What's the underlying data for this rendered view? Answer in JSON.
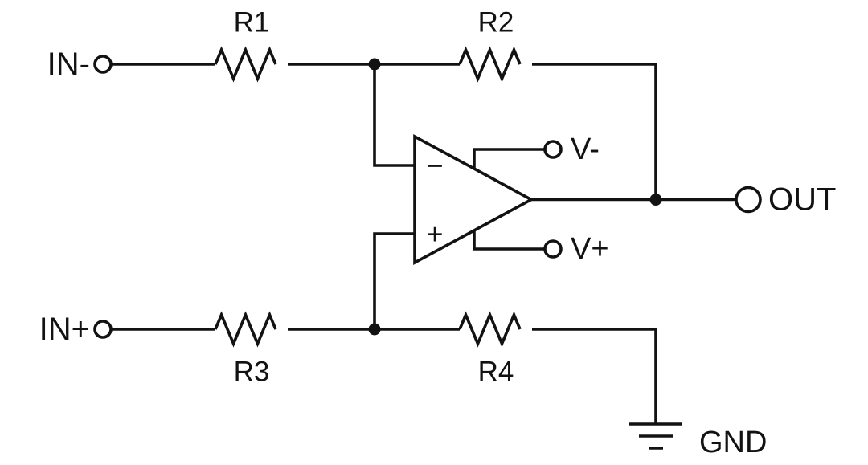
{
  "diagram": {
    "type": "circuit-schematic",
    "description": "Differential amplifier op-amp circuit",
    "colors": {
      "background": "#ffffff",
      "line": "#121212",
      "text": "#121212"
    },
    "labels": {
      "in_minus": "IN-",
      "in_plus": "IN+",
      "r1": "R1",
      "r2": "R2",
      "r3": "R3",
      "r4": "R4",
      "v_minus": "V-",
      "v_plus": "V+",
      "out": "OUT",
      "gnd": "GND",
      "opamp_inverting": "−",
      "opamp_noninverting": "+"
    },
    "components": {
      "opamp": "triangle op-amp, inverting input top, non-inverting input bottom",
      "resistors": [
        "R1 series IN-",
        "R2 feedback to OUT",
        "R3 series IN+",
        "R4 to GND"
      ],
      "terminals": [
        "IN-",
        "IN+",
        "V-",
        "V+",
        "OUT"
      ],
      "ground": "GND symbol lower right"
    }
  }
}
